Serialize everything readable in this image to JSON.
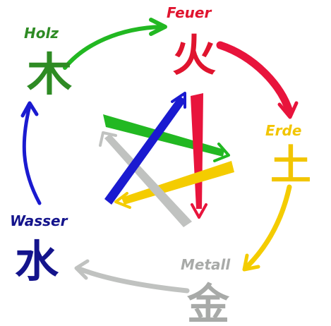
{
  "elements": {
    "holz": {
      "label": "Holz",
      "glyph": "木",
      "color": "#2e8b24"
    },
    "feuer": {
      "label": "Feuer",
      "glyph": "火",
      "color": "#e0142e"
    },
    "erde": {
      "label": "Erde",
      "glyph": "土",
      "color": "#f2c500"
    },
    "metall": {
      "label": "Metall",
      "glyph": "金",
      "color": "#a8aaa8"
    },
    "wasser": {
      "label": "Wasser",
      "glyph": "水",
      "color": "#14148c"
    }
  },
  "arrow_colors": {
    "holz_to_feuer": "#22b822",
    "feuer_to_erde": "#e8143c",
    "erde_to_metall": "#f4cc00",
    "metall_to_wasser": "#c0c2c0",
    "wasser_to_holz": "#1a1ad0",
    "star_green": "#22b822",
    "star_red": "#e8143c",
    "star_yellow": "#f4cc00",
    "star_gray": "#c0c2c0",
    "star_blue": "#1a1ad0"
  }
}
